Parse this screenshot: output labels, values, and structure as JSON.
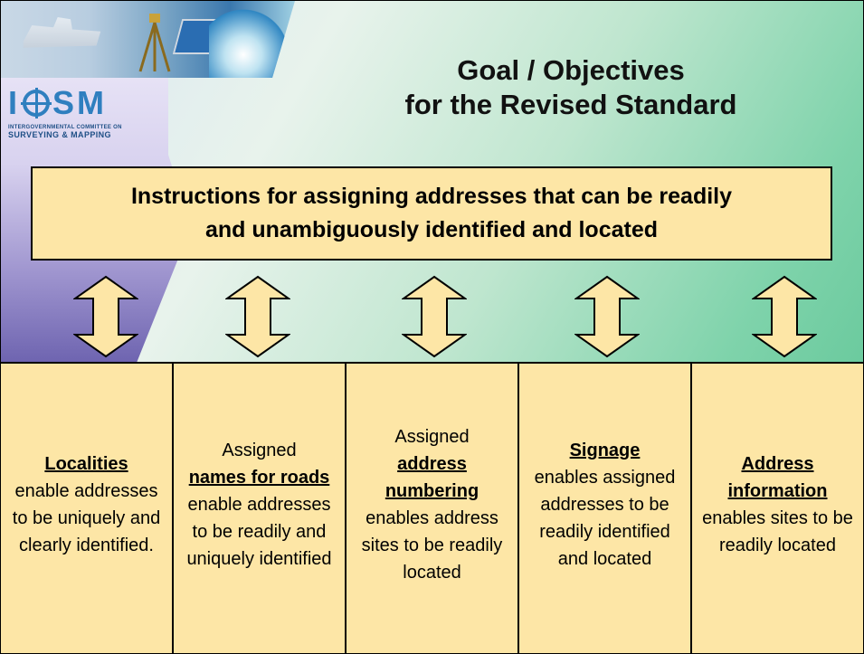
{
  "logo": {
    "mark": "ICSM",
    "line1": "INTERGOVERNMENTAL COMMITTEE ON",
    "line2": "SURVEYING & MAPPING"
  },
  "title": {
    "line1": "Goal / Objectives",
    "line2": "for the Revised Standard"
  },
  "goal": {
    "line1": "Instructions for assigning addresses that can be readily",
    "line2": "and unambiguously identified and located"
  },
  "arrows": [
    "double-arrow-icon",
    "double-arrow-icon",
    "double-arrow-icon",
    "double-arrow-icon",
    "double-arrow-icon"
  ],
  "columns": [
    {
      "pre": "",
      "keyword": "Localities",
      "post": "enable addresses to be uniquely and clearly identified."
    },
    {
      "pre": "Assigned",
      "keyword": "names for roads",
      "post": "enable addresses to be readily and uniquely identified"
    },
    {
      "pre": "Assigned",
      "keyword": "address numbering",
      "post": "enables address sites to be readily located"
    },
    {
      "pre": "",
      "keyword": "Signage",
      "post": "enables assigned addresses to be readily identified and located"
    },
    {
      "pre": "",
      "keyword": "Address information",
      "post": "enables sites to be readily located"
    }
  ],
  "colors": {
    "box_fill": "#fde6a6",
    "logo_blue": "#2f7fbf"
  }
}
